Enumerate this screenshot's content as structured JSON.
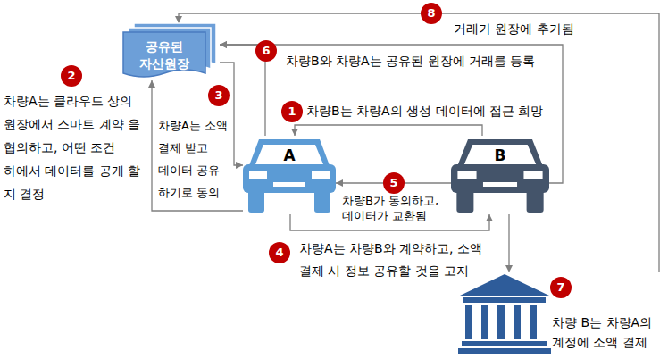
{
  "diagram": {
    "nodes": [
      {
        "text": [
          "공유된 자산원장"
        ]
      },
      {
        "text": [
          "A"
        ]
      },
      {
        "text": [
          "B"
        ]
      },
      {
        "text": [
          "차량 B는 차량A의 계정에 소액 결제"
        ]
      }
    ],
    "edges": [
      {
        "from": 2,
        "to": 1,
        "arrow": "to"
      },
      {
        "from": 1,
        "to": 0,
        "arrow": "to"
      },
      {
        "from": 0,
        "to": 1,
        "arrow": "to"
      },
      {
        "from": 1,
        "to": 2,
        "arrow": "to"
      },
      {
        "from": 2,
        "to": 1,
        "arrow": "to"
      },
      {
        "from": 1,
        "to": 0,
        "arrow": "to"
      },
      {
        "from": 2,
        "to": 0,
        "arrow": "to"
      },
      {
        "from": 2,
        "to": 3,
        "arrow": "to"
      },
      {
        "from": 3,
        "to": 0,
        "arrow": "to"
      }
    ],
    "labels": [
      "8",
      "거래가 원장에 추가됨",
      "6",
      "차량B와 차량A는 공유된 원장에 거래를 등록",
      "2",
      "차량A는 클라우드 상의 원장에서 스마트 계약 을 협의하고, 어떤 조건 하에서 데이터를 공개 할 지 결정",
      "3",
      "차량A는 소액 결제 받고 데이터 공유 하기로 동의",
      "1",
      "차량B는 차량A의 생성 데이터에 접근 희망",
      "5",
      "차량B가 동의하고, 데이터가 교환됨",
      "4",
      "차량A는 차량B와 계약하고, 소액 결제 시 정보 공유할 것을 고지",
      "7"
    ]
  }
}
